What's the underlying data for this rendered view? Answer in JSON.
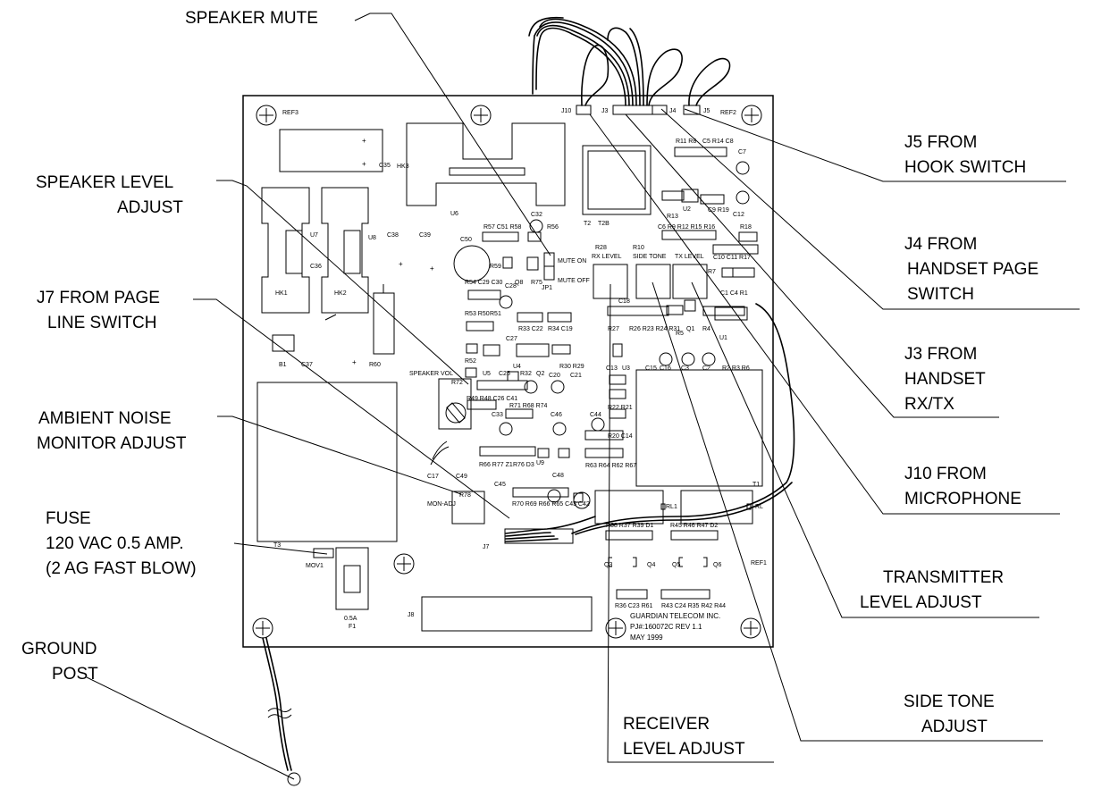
{
  "callouts": {
    "speaker_mute": "SPEAKER MUTE",
    "speaker_level": [
      "SPEAKER LEVEL",
      "ADJUST"
    ],
    "j7": [
      "J7 FROM PAGE",
      "LINE SWITCH"
    ],
    "ambient": [
      "AMBIENT NOISE",
      "MONITOR ADJUST"
    ],
    "fuse": [
      "FUSE",
      "120 VAC 0.5 AMP.",
      "(2 AG FAST BLOW)"
    ],
    "ground": [
      "GROUND",
      "POST"
    ],
    "j5": [
      "J5 FROM",
      "HOOK SWITCH"
    ],
    "j4": [
      "J4 FROM",
      "HANDSET PAGE",
      "SWITCH"
    ],
    "j3": [
      "J3 FROM",
      "HANDSET",
      "RX/TX"
    ],
    "j10": [
      "J10 FROM",
      "MICROPHONE"
    ],
    "transmitter": [
      "TRANSMITTER",
      "LEVEL ADJUST"
    ],
    "side_tone": [
      "SIDE TONE",
      "ADJUST"
    ],
    "receiver": [
      "RECEIVER",
      "LEVEL ADJUST"
    ]
  },
  "board": {
    "ref3": "REF3",
    "ref2": "REF2",
    "ref1": "REF1",
    "j10": "J10",
    "j3": "J3",
    "j4": "J4",
    "j5": "J5",
    "j7": "J7",
    "j8": "J8",
    "c35": "C35",
    "hk3": "HK3",
    "hk1": "HK1",
    "hk2": "HK2",
    "u6": "U6",
    "u7": "U7",
    "u8": "U8",
    "c36": "C36",
    "c38": "C38",
    "c39": "C39",
    "c50": "C50",
    "r60": "R60",
    "b1": "B1",
    "c37": "C37",
    "t2": "T2",
    "t2b": "T2B",
    "mute_on": "MUTE ON",
    "mute_off": "MUTE OFF",
    "jp1": "JP1",
    "rx_level": "RX LEVEL",
    "r28": "R28",
    "side_tone": "SIDE TONE",
    "r10": "R10",
    "tx_level": "TX LEVEL",
    "speaker_vol": "SPEAKER VOL",
    "r72": "R72",
    "mon_adj": "MON-ADJ",
    "r78": "R78",
    "mov1": "MOV1",
    "t3": "T3",
    "fuse_value": "0.5A",
    "f1": "F1",
    "rl1": "RL1",
    "rl2": "RL",
    "t1": "T1",
    "company": "GUARDIAN TELECOM INC.",
    "part": "PJ#:160072C  REV 1.1",
    "date": "MAY 1999",
    "row_r57": "R57 C51 R58",
    "c32": "C32",
    "r56": "R56",
    "r59": "R59",
    "q8": "Q8",
    "r75": "R75",
    "r54": "R54 C29 C30",
    "c28": "C28",
    "r53": "R53 R50",
    "r51": "R51",
    "r33": "R33 C22",
    "r34": "R34 C19",
    "c27": "C27",
    "r52": "R52",
    "u5": "U5",
    "c25": "C25",
    "u4": "U4",
    "r32": "R32",
    "q2": "Q2",
    "r30": "R30 R29",
    "r49": "R49 R48 C26 C41",
    "c20": "C20",
    "c21": "C21",
    "c33": "C33",
    "r71": "R71 R68 R74",
    "c46": "C46",
    "c44": "C44",
    "c17": "C17",
    "c49": "C49",
    "r66": "R66 R77 Z1",
    "r76": "R76 D3",
    "u9": "U9",
    "c48": "C48",
    "c45": "C45",
    "r70": "R70 R69 R66 R65 C43 C42",
    "r63": "R63 R64 R62 R67",
    "r20": "R20 C14",
    "r22": "R22 R21",
    "c13": "C13",
    "u3": "U3",
    "c18": "C18",
    "r27": "R27",
    "r26": "R26 R23 R24 R31",
    "r5": "R5",
    "q1": "Q1",
    "r4": "R4",
    "c16": "C16",
    "c15": "C15",
    "c3": "C3",
    "c2": "C2",
    "r2": "R2 R3 R6",
    "u1": "U1",
    "r7": "R7",
    "c1": "C1 C4 R1",
    "r11": "R11 R8",
    "c5": "C5 R14 C8",
    "c7": "C7",
    "r13": "R13",
    "u2": "U2",
    "c9": "C9 R19",
    "c12": "C12",
    "c6": "C6 R9 R12 R15 R16",
    "r18": "R18",
    "c10": "C10 C11 R17",
    "r38": "R38 R37 R39 D1",
    "r45": "R45 R46 R47 D2",
    "q3": "Q3",
    "q4": "Q4",
    "q5": "Q5",
    "q6": "Q6",
    "r36": "R36 C23 R61",
    "r43": "R43 C24 R35 R42 R44"
  }
}
